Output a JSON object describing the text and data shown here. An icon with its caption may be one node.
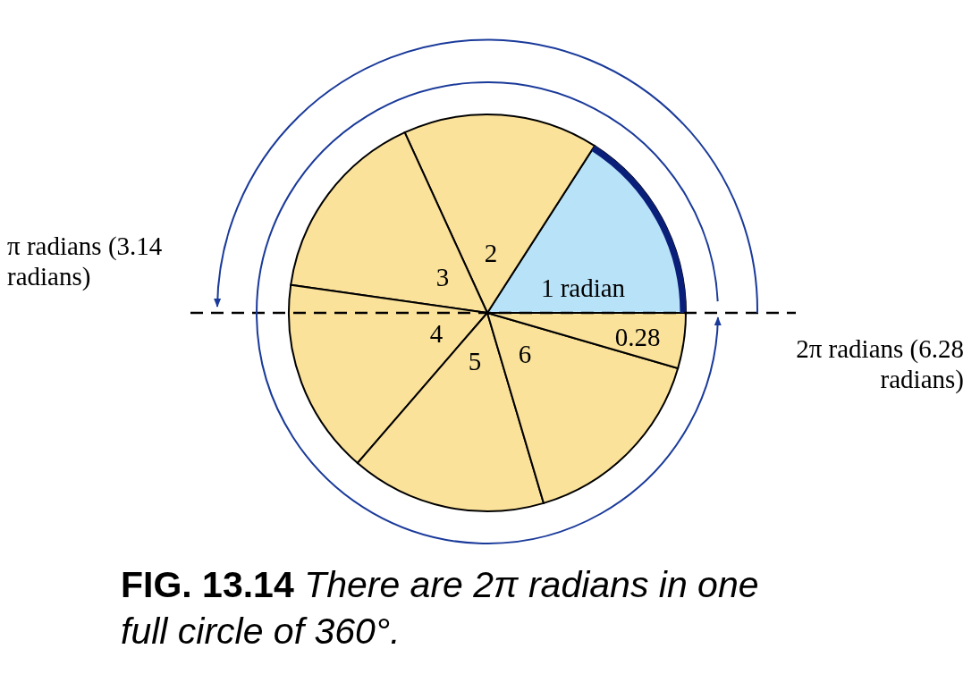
{
  "diagram": {
    "caption": "**FIG. 13.14** *There are 2π radians in one full circle of 360°.*",
    "nodes": [
      {
        "text": [
          "1 radian"
        ]
      },
      {
        "text": [
          "2"
        ]
      },
      {
        "text": [
          "3"
        ]
      },
      {
        "text": [
          "4"
        ]
      },
      {
        "text": [
          "5"
        ]
      },
      {
        "text": [
          "6"
        ]
      },
      {
        "text": [
          "0.28"
        ]
      }
    ],
    "labels": [
      "π radians (3.14 radians)",
      "2π radians (6.28 radians)"
    ]
  }
}
